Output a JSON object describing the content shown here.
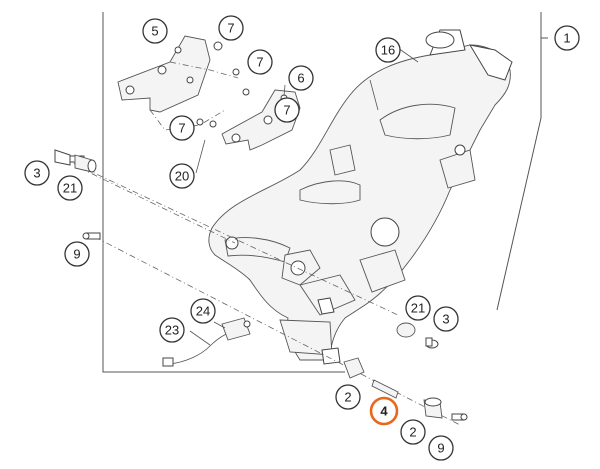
{
  "diagram": {
    "highlight_color": "#e8671b",
    "highlighted_part": "4",
    "callouts": [
      "1",
      "2",
      "2",
      "3",
      "3",
      "4",
      "5",
      "6",
      "7",
      "7",
      "7",
      "7",
      "9",
      "9",
      "16",
      "20",
      "21",
      "21",
      "23",
      "24"
    ]
  }
}
